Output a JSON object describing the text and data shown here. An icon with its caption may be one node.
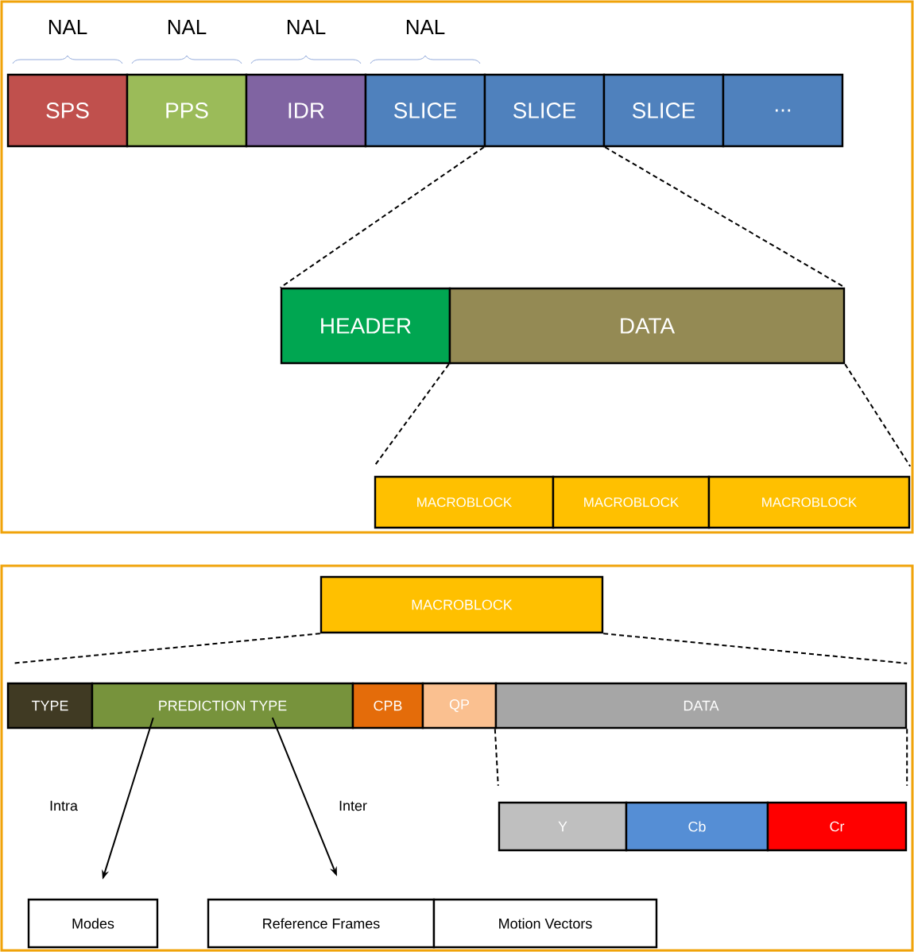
{
  "diagram": {
    "nodes": [
      {
        "text": [
          "SPS"
        ]
      },
      {
        "text": [
          "PPS"
        ]
      },
      {
        "text": [
          "IDR"
        ]
      },
      {
        "text": [
          "SLICE"
        ]
      },
      {
        "text": [
          "SLICE"
        ]
      },
      {
        "text": [
          "SLICE"
        ]
      },
      {
        "text": [
          "..."
        ]
      },
      {
        "text": [
          "HEADER"
        ]
      },
      {
        "text": [
          "DATA"
        ]
      },
      {
        "text": [
          "MACROBLOCK"
        ]
      },
      {
        "text": [
          "MACROBLOCK"
        ]
      },
      {
        "text": [
          "MACROBLOCK"
        ]
      },
      {
        "text": [
          "MACROBLOCK"
        ]
      },
      {
        "text": [
          "TYPE"
        ]
      },
      {
        "text": [
          "PREDICTION TYPE"
        ]
      },
      {
        "text": [
          "CPB"
        ]
      },
      {
        "text": [
          "QP"
        ]
      },
      {
        "text": [
          "DATA"
        ]
      },
      {
        "text": [
          "Y"
        ]
      },
      {
        "text": [
          "Cb"
        ]
      },
      {
        "text": [
          "Cr"
        ]
      },
      {
        "text": [
          "Modes"
        ]
      },
      {
        "text": [
          "Reference Frames"
        ]
      },
      {
        "text": [
          "Motion Vectors"
        ]
      }
    ],
    "edges": [
      {
        "from": 4,
        "to": 7,
        "arrow": "none",
        "style": "dashed"
      },
      {
        "from": 4,
        "to": 8,
        "arrow": "none",
        "style": "dashed"
      },
      {
        "from": 8,
        "to": 9,
        "arrow": "none",
        "style": "dashed"
      },
      {
        "from": 8,
        "to": 11,
        "arrow": "none",
        "style": "dashed"
      },
      {
        "from": 12,
        "to": 13,
        "arrow": "none",
        "style": "dashed"
      },
      {
        "from": 12,
        "to": 17,
        "arrow": "none",
        "style": "dashed"
      },
      {
        "from": 17,
        "to": 18,
        "arrow": "none",
        "style": "dashed"
      },
      {
        "from": 17,
        "to": 20,
        "arrow": "none",
        "style": "dashed"
      },
      {
        "from": 14,
        "to": 21,
        "arrow": "to",
        "label": "Intra"
      },
      {
        "from": 14,
        "to": 22,
        "arrow": "to",
        "label": "Inter"
      }
    ],
    "labels": [
      "NAL",
      "NAL",
      "NAL",
      "NAL"
    ]
  }
}
